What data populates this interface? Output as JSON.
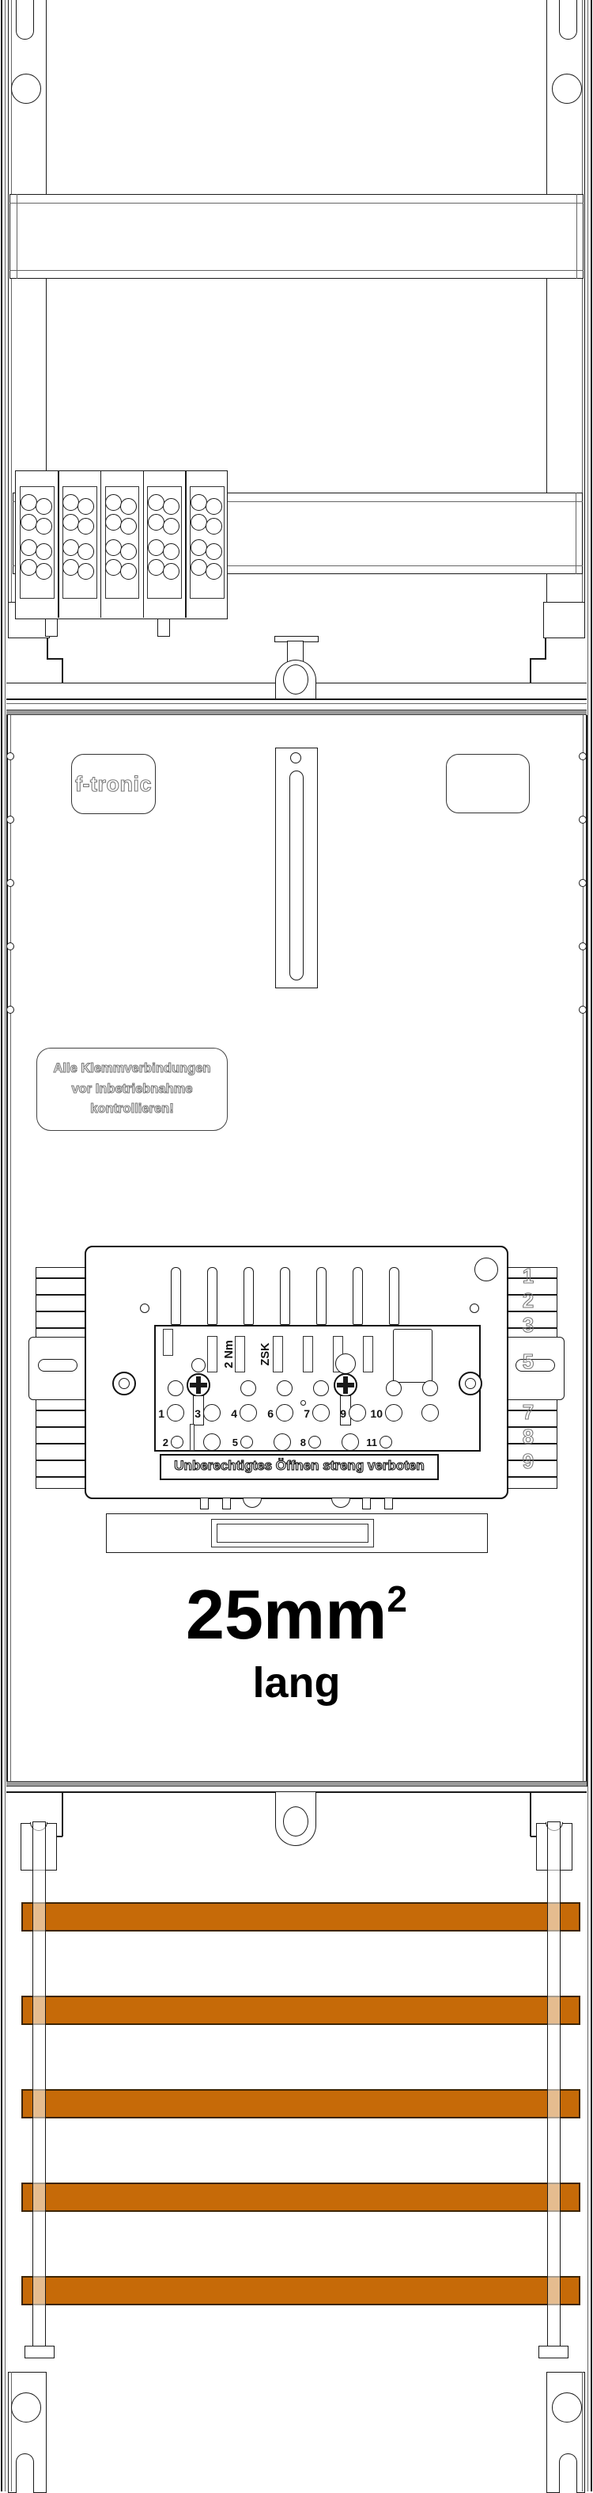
{
  "branding": {
    "logo": "f-tronic"
  },
  "labels": {
    "warning_lines": [
      "Alle Klemmverbindungen",
      "vor Inbetriebnahme",
      "kontrollieren!"
    ],
    "banner": "Unberechtigtes Öffnen streng verboten",
    "torque": "2 Nm",
    "series": "ZSK",
    "size_value": "25mm",
    "size_exponent": "2",
    "size_suffix": "lang"
  },
  "device": {
    "row_mid_numbers": [
      "1",
      "3",
      "4",
      "6",
      "7",
      "9",
      "10"
    ],
    "row_bottom_numbers": [
      "2",
      "5",
      "8",
      "11"
    ],
    "comb_numbers_upper": [
      "1",
      "2",
      "3"
    ],
    "comb_number_tab": "5",
    "comb_numbers_lower": [
      "7",
      "8",
      "9"
    ]
  },
  "busbars": {
    "count": 5,
    "color": "#C66A08",
    "border_color": "#3d2503"
  },
  "terminal_block": {
    "columns": 5,
    "holes_per_column": 8
  }
}
